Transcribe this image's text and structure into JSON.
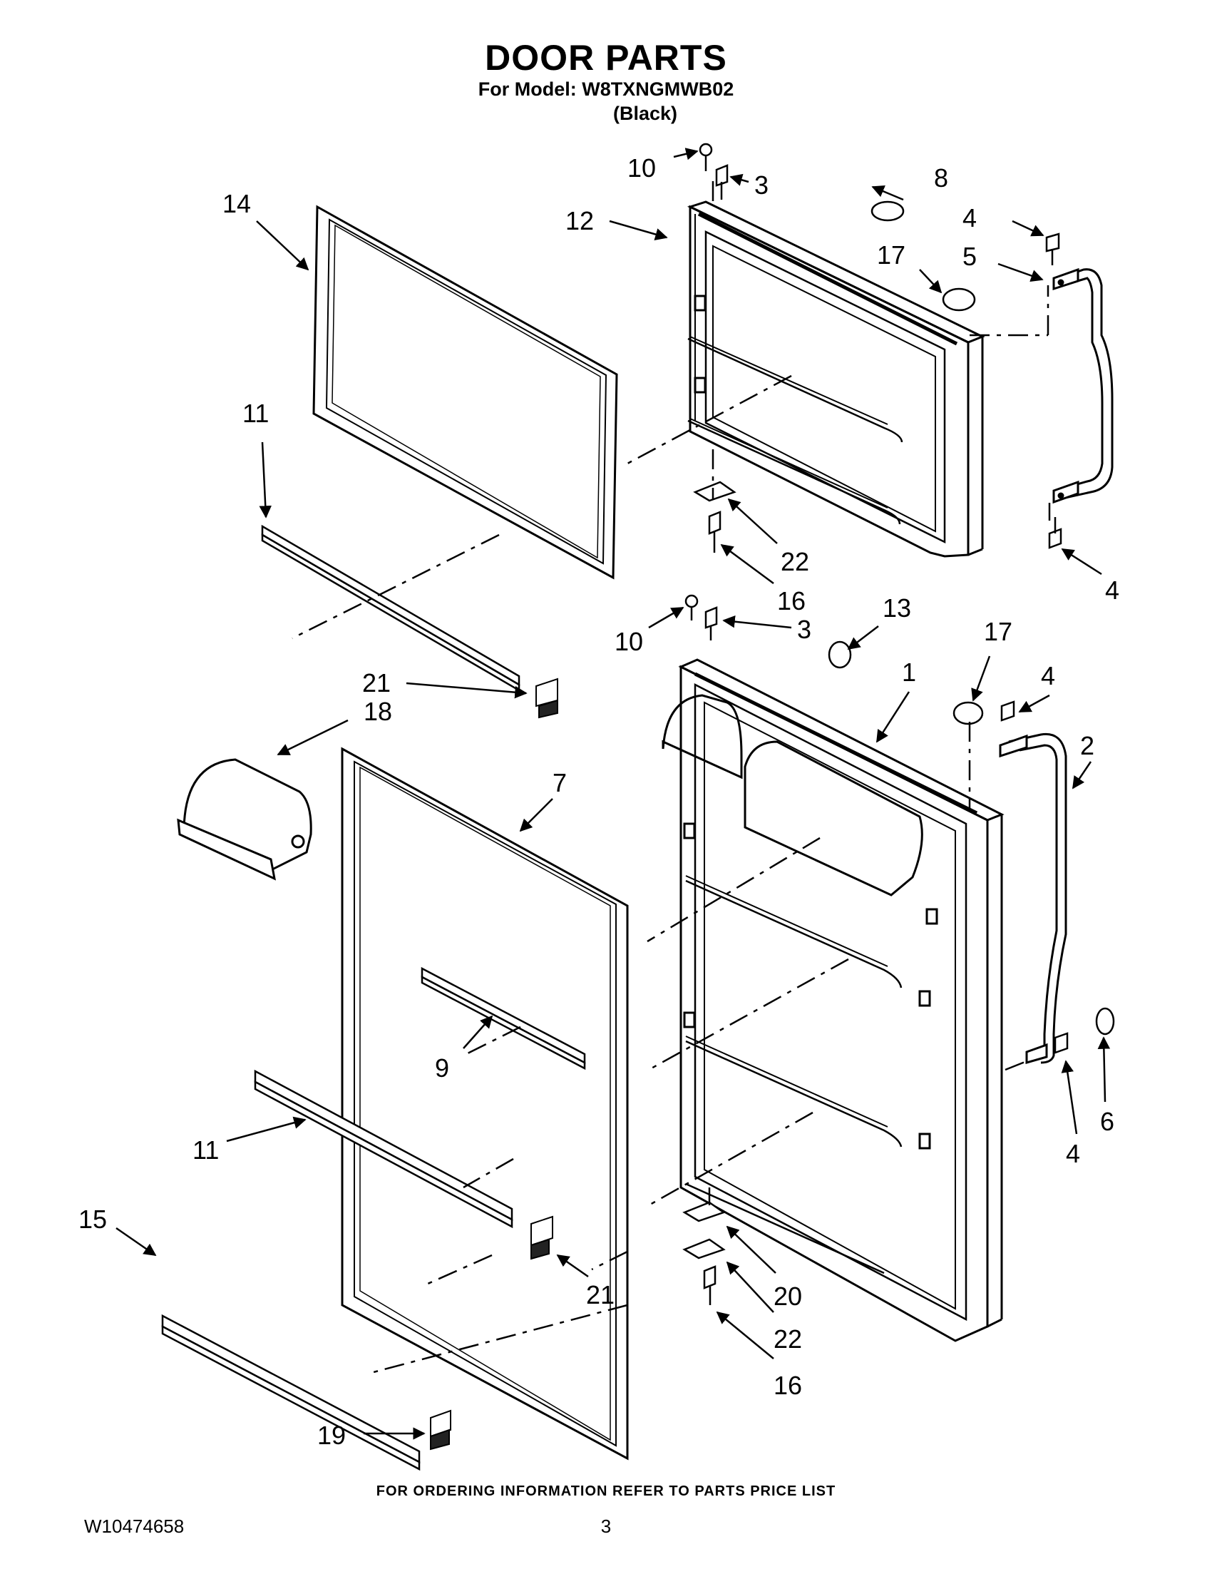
{
  "header": {
    "title": "DOOR PARTS",
    "model_line": "For Model: W8TXNGMWB02",
    "color_line": "(Black)"
  },
  "footer": {
    "ordering_note": "FOR ORDERING INFORMATION REFER TO PARTS PRICE LIST",
    "document_number": "W10474658",
    "page_number": "3"
  },
  "callouts": [
    "10",
    "3",
    "8",
    "4",
    "5",
    "17",
    "12",
    "14",
    "11",
    "22",
    "16",
    "4",
    "10",
    "3",
    "13",
    "17",
    "1",
    "4",
    "21",
    "18",
    "7",
    "2",
    "9",
    "11",
    "4",
    "6",
    "15",
    "21",
    "20",
    "22",
    "16",
    "19"
  ]
}
